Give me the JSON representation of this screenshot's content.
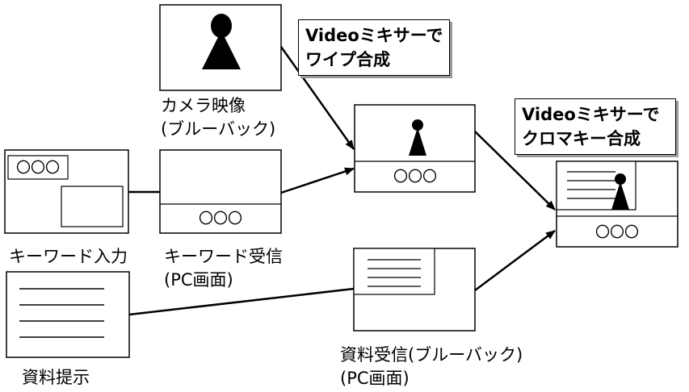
{
  "captions": {
    "camera_line1": "カメラ映像",
    "camera_line2": "(ブルーバック)",
    "keyword_input": "キーワード入力",
    "keyword_receive_line1": "キーワード受信",
    "keyword_receive_line2": "(PC画面)",
    "document_present": "資料提示",
    "document_receive_line1": "資料受信(ブルーバック)",
    "document_receive_line2": "(PC画面)"
  },
  "callouts": {
    "wipe_line1": "Videoミキサーで",
    "wipe_line2": "ワイプ合成",
    "chroma_line1": "Videoミキサーで",
    "chroma_line2": "クロマキー合成"
  },
  "keyword_symbol": "〇〇〇"
}
